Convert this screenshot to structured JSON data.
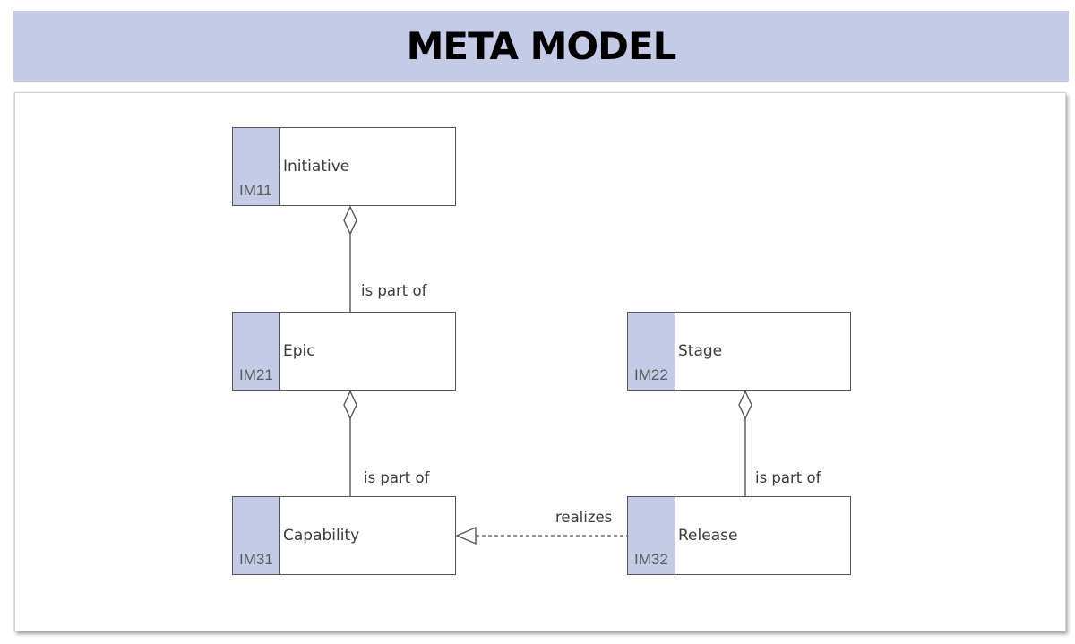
{
  "title": "META MODEL",
  "colors": {
    "banner": "#c5cbe7",
    "code_band": "#c5cbe7",
    "line": "#555555",
    "text": "#3a3a3a"
  },
  "entities": [
    {
      "id": "IM11",
      "name": "Initiative"
    },
    {
      "id": "IM21",
      "name": "Epic"
    },
    {
      "id": "IM22",
      "name": "Stage"
    },
    {
      "id": "IM31",
      "name": "Capability"
    },
    {
      "id": "IM32",
      "name": "Release"
    }
  ],
  "relations": [
    {
      "from": "IM21",
      "to": "IM11",
      "label": "is part of",
      "kind": "aggregation"
    },
    {
      "from": "IM31",
      "to": "IM21",
      "label": "is part of",
      "kind": "aggregation"
    },
    {
      "from": "IM32",
      "to": "IM22",
      "label": "is part of",
      "kind": "aggregation"
    },
    {
      "from": "IM32",
      "to": "IM31",
      "label": "realizes",
      "kind": "realization"
    }
  ]
}
